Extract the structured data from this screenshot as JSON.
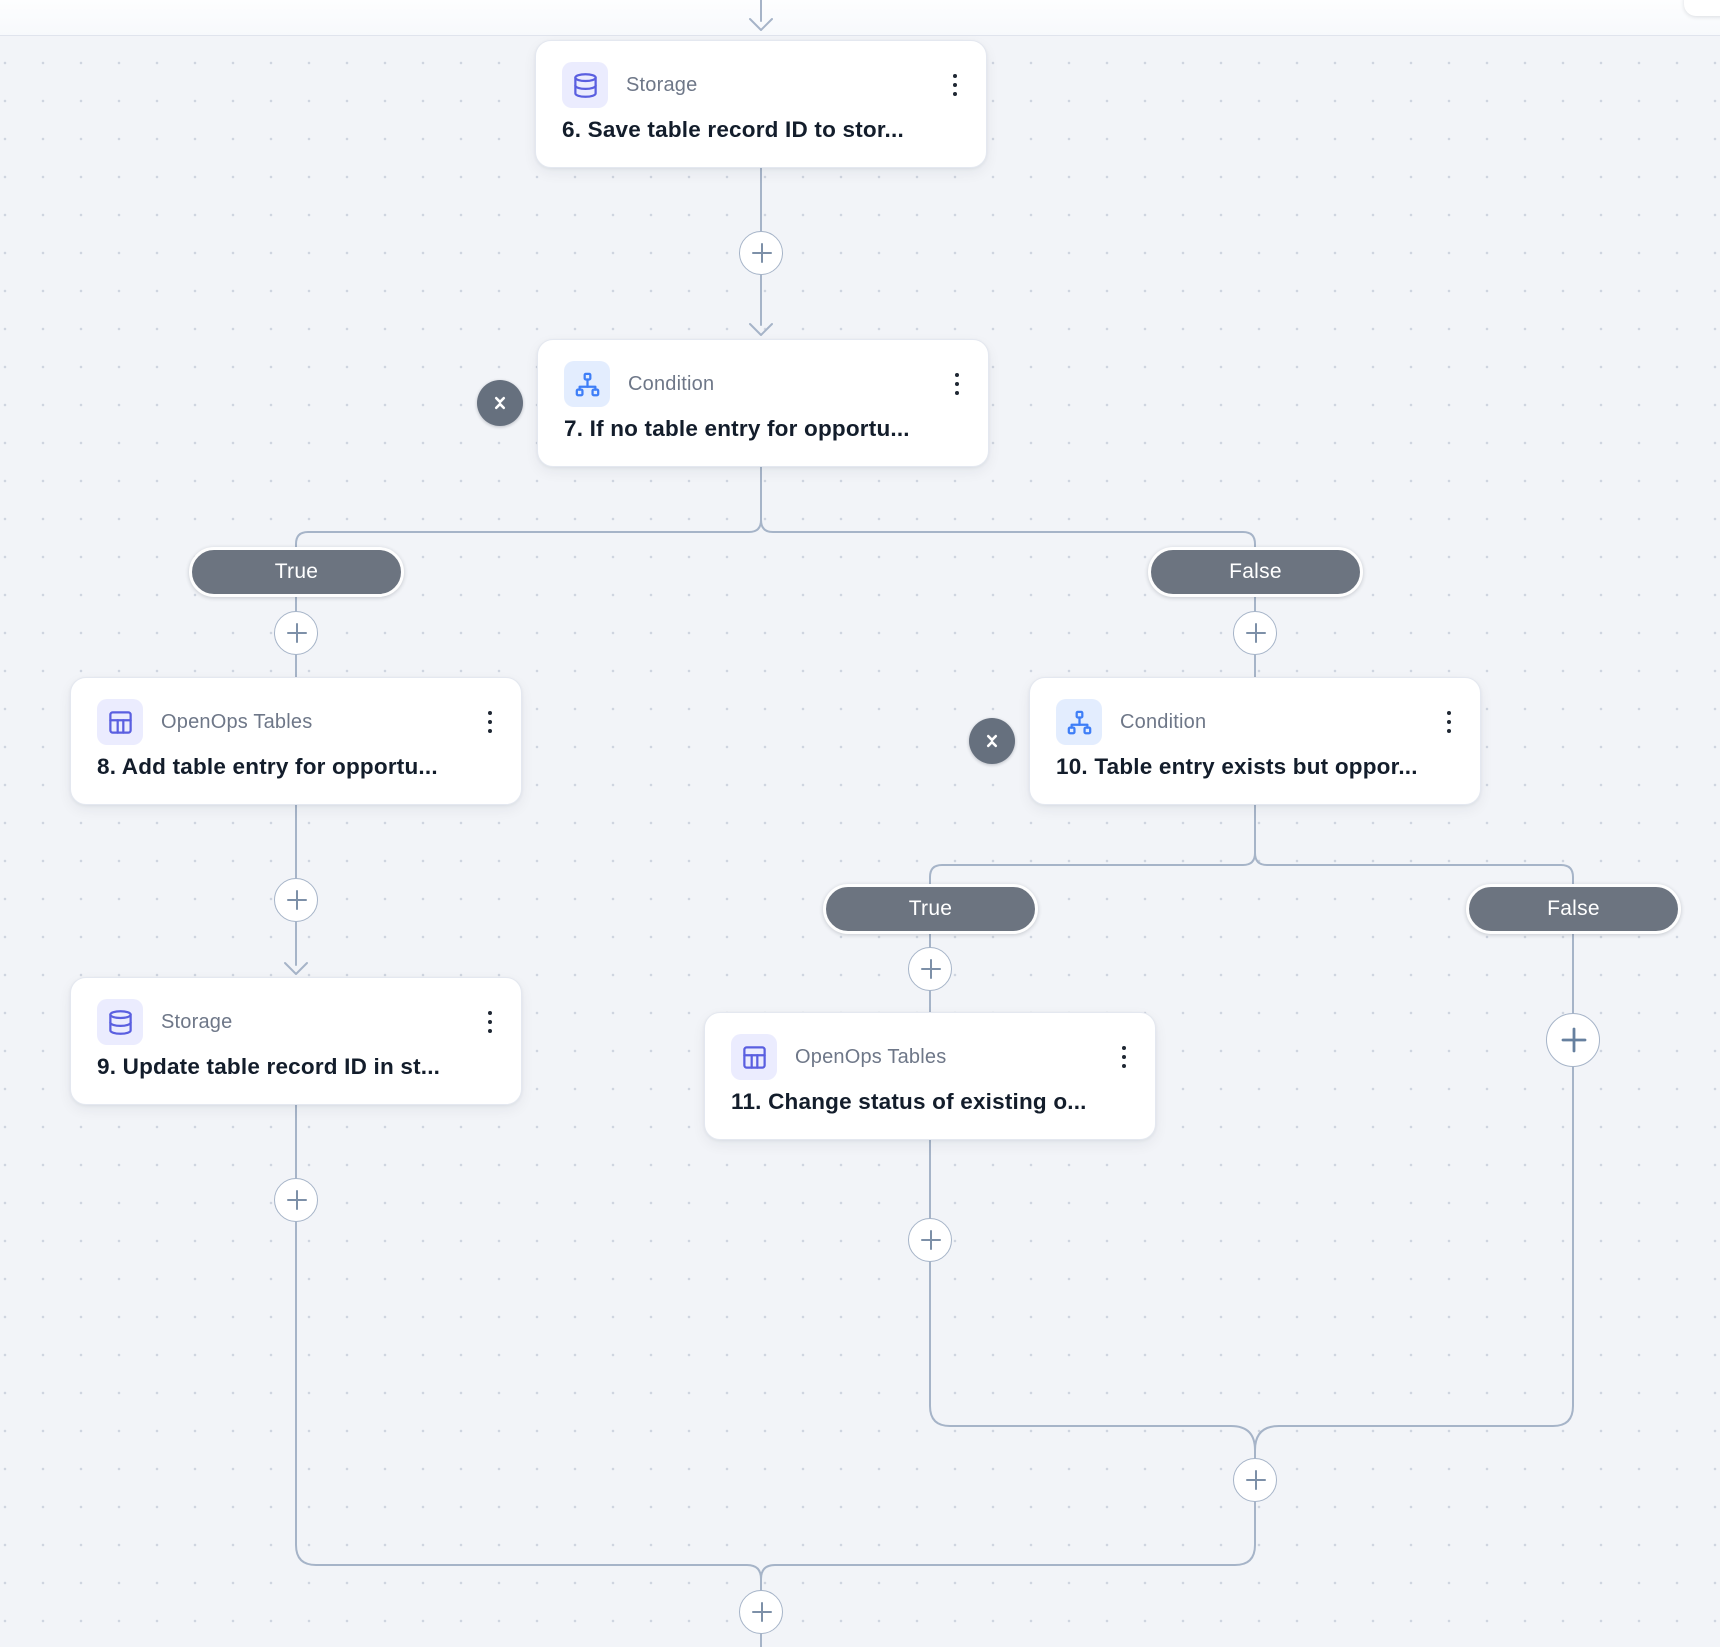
{
  "canvas": {
    "background": "#f2f4f8",
    "edge_color": "#a6b4c8",
    "pill_color": "#6c7480",
    "storage_accent": "#5a5fe0",
    "condition_accent": "#3e7ef7"
  },
  "branch_pills": {
    "true_label": "True",
    "false_label": "False"
  },
  "nodes": [
    {
      "app": "Storage",
      "title": "6. Save table record ID to stor...",
      "icon": "database-icon"
    },
    {
      "app": "Condition",
      "title": "7. If no table entry for opportu...",
      "icon": "sitemap-icon"
    },
    {
      "app": "OpenOps Tables",
      "title": "8. Add table entry for opportu...",
      "icon": "table-icon"
    },
    {
      "app": "Storage",
      "title": "9. Update table record ID in st...",
      "icon": "database-icon"
    },
    {
      "app": "Condition",
      "title": "10. Table entry exists but oppor...",
      "icon": "sitemap-icon"
    },
    {
      "app": "OpenOps Tables",
      "title": "11. Change status of existing o...",
      "icon": "table-icon"
    }
  ]
}
